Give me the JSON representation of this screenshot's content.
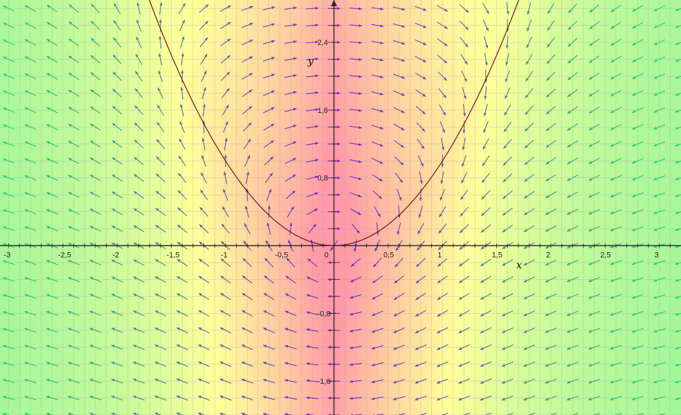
{
  "chart_data": {
    "type": "vector-field",
    "xlim": [
      -3.08,
      3.2
    ],
    "ylim": [
      -2.0,
      2.9
    ],
    "grid": true,
    "minor_step_x": 0.1,
    "minor_step_y": 0.2,
    "arrow_step_x": 0.2,
    "arrow_step_y": 0.2,
    "x_ticks": [
      {
        "value": -3,
        "label": "-3"
      },
      {
        "value": -2.5,
        "label": "-2,5"
      },
      {
        "value": -2,
        "label": "-2"
      },
      {
        "value": -1.5,
        "label": "-1,5"
      },
      {
        "value": -1,
        "label": "-1"
      },
      {
        "value": -0.5,
        "label": "-0,5"
      },
      {
        "value": 0,
        "label": "0"
      },
      {
        "value": 0.5,
        "label": "0,5"
      },
      {
        "value": 1,
        "label": "1"
      },
      {
        "value": 1.5,
        "label": "1,5"
      },
      {
        "value": 2,
        "label": "2"
      },
      {
        "value": 2.5,
        "label": "2,5"
      },
      {
        "value": 3,
        "label": "3"
      }
    ],
    "y_ticks": [
      {
        "value": 2.4,
        "label": "2,4"
      },
      {
        "value": 1.6,
        "label": "1,6"
      },
      {
        "value": 0.8,
        "label": "0,8"
      },
      {
        "value": -0.8,
        "label": "-0,8"
      },
      {
        "value": -1.6,
        "label": "-1,6"
      }
    ],
    "xlabel": "x",
    "ylabel": "y",
    "curve": {
      "equation": "y = x^2",
      "color": "#6b1020"
    },
    "colors": {
      "background_low": "#8ff59a",
      "background_mid": "#ffff9a",
      "background_high": "#ff9aa6",
      "arrow_near_curve": "#7b1fc8",
      "arrow_far": "#19d86a",
      "grid": "#a8a8a8",
      "axis": "#2b2b2b"
    }
  }
}
